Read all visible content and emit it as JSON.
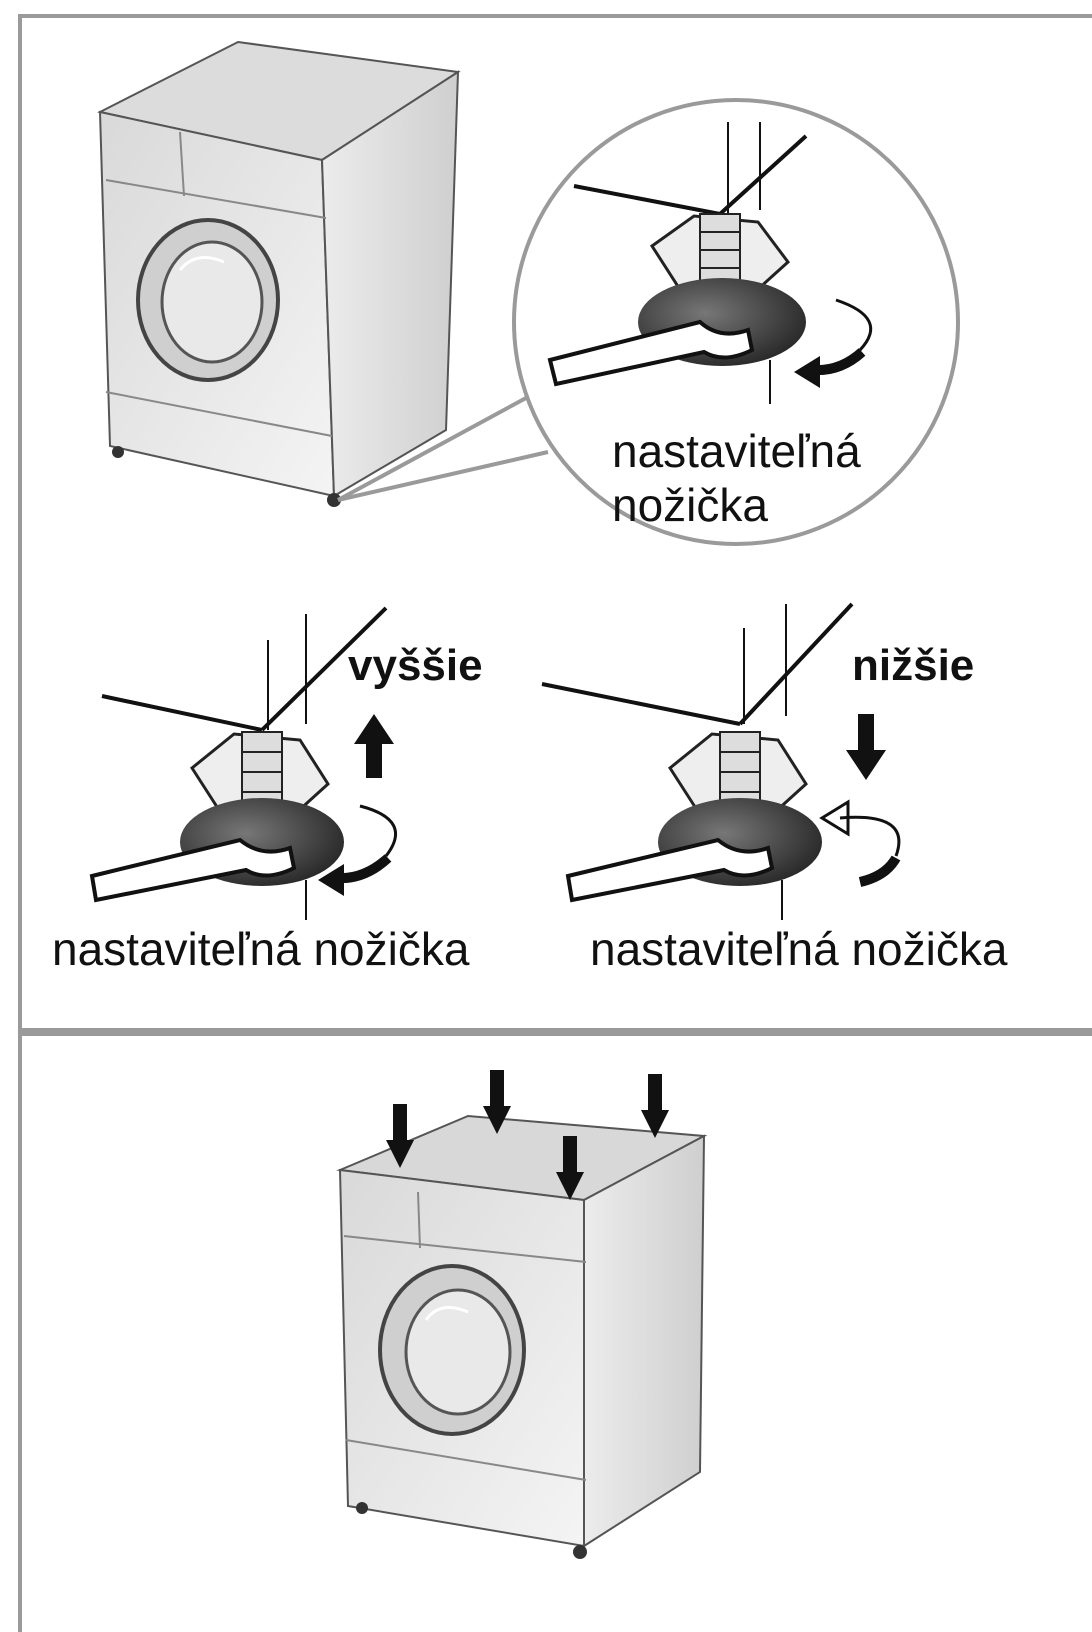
{
  "callout": {
    "line1": "nastaviteľná",
    "line2": "nožička"
  },
  "adjust_up": {
    "direction_label": "vyššie",
    "foot_label": "nastaviteľná nožička"
  },
  "adjust_down": {
    "direction_label": "nižšie",
    "foot_label": "nastaviteľná nožička"
  },
  "colors": {
    "border": "#9a9a9a",
    "machine_body": "#e6e6e6",
    "machine_shade": "#c9c9c9",
    "foot_dark": "#3a3a3a",
    "line": "#111111"
  },
  "icons": [
    "washing-machine-icon",
    "wrench-icon",
    "adjustable-foot-icon",
    "rotate-arrow-icon",
    "arrow-up-icon",
    "arrow-down-icon"
  ]
}
